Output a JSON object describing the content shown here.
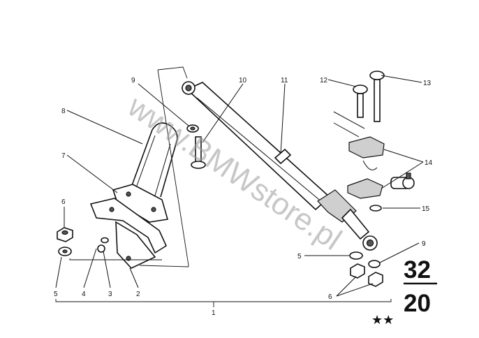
{
  "watermark": "www.BMWstore.pl",
  "reference": {
    "group": "32",
    "subgroup": "20",
    "stars": "★★"
  },
  "callouts": [
    {
      "id": "c1",
      "text": "1"
    },
    {
      "id": "c2",
      "text": "2"
    },
    {
      "id": "c3",
      "text": "3"
    },
    {
      "id": "c4",
      "text": "4"
    },
    {
      "id": "c5a",
      "text": "5"
    },
    {
      "id": "c5b",
      "text": "5"
    },
    {
      "id": "c6a",
      "text": "6"
    },
    {
      "id": "c6b",
      "text": "6"
    },
    {
      "id": "c7",
      "text": "7"
    },
    {
      "id": "c8",
      "text": "8"
    },
    {
      "id": "c9a",
      "text": "9"
    },
    {
      "id": "c9b",
      "text": "9"
    },
    {
      "id": "c10",
      "text": "10"
    },
    {
      "id": "c11",
      "text": "11"
    },
    {
      "id": "c12",
      "text": "12"
    },
    {
      "id": "c13",
      "text": "13"
    },
    {
      "id": "c14",
      "text": "14"
    },
    {
      "id": "c15",
      "text": "15"
    }
  ]
}
